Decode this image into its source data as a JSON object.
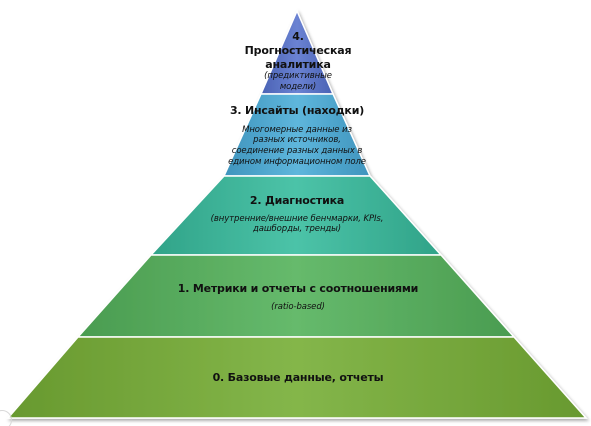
{
  "levels": [
    {
      "id": "level-4",
      "title": "4. Прогностическая аналитика",
      "title_line1": "4.",
      "title_line2": "Прогностическая",
      "title_line3": "аналитика",
      "subtitle_line1": "(предиктивные",
      "subtitle_line2": "модели)",
      "color": "#5b74c4"
    },
    {
      "id": "level-3",
      "title": "3. Инсайты (находки)",
      "subtitle_line1": "Многомерные данные из",
      "subtitle_line2": "разных источников,",
      "subtitle_line3": "соединение разных данных в",
      "subtitle_line4": "едином информационном поле",
      "color": "#4fa6cc"
    },
    {
      "id": "level-2",
      "title": "2. Диагностика",
      "subtitle_line1": "(внутренние/внешние бенчмарки, KPIs,",
      "subtitle_line2": "дашборды, тренды)",
      "color": "#3fb69c"
    },
    {
      "id": "level-1",
      "title": "1. Метрики и отчеты с соотношениями",
      "subtitle_line1": "(ratio-based)",
      "color": "#58ac5e"
    },
    {
      "id": "level-0",
      "title": "0. Базовые данные, отчеты",
      "color": "#76a83c"
    }
  ]
}
